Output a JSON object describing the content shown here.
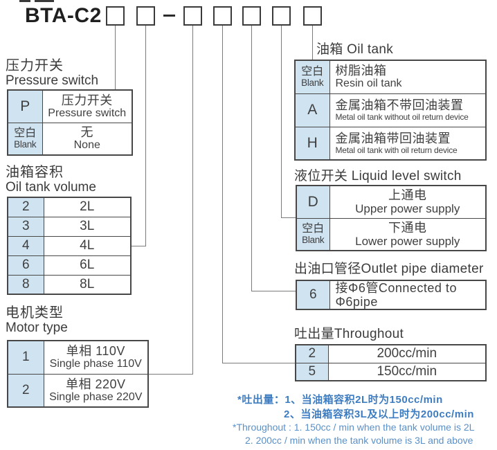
{
  "header": {
    "model_prefix": "BTA-C2"
  },
  "sections": {
    "pressure_switch": {
      "label_zh": "压力开关",
      "label_en": "Pressure switch",
      "rows": [
        {
          "key": "P",
          "key_sub": "",
          "value_zh": "压力开关",
          "value_en": "Pressure switch"
        },
        {
          "key": "空白",
          "key_sub": "Blank",
          "value_zh": "无",
          "value_en": "None"
        }
      ]
    },
    "oil_tank_volume": {
      "label_zh": "油箱容积",
      "label_en": "Oil tank volume",
      "rows": [
        {
          "key": "2",
          "value": "2L"
        },
        {
          "key": "3",
          "value": "3L"
        },
        {
          "key": "4",
          "value": "4L"
        },
        {
          "key": "6",
          "value": "6L"
        },
        {
          "key": "8",
          "value": "8L"
        }
      ]
    },
    "motor_type": {
      "label_zh": "电机类型",
      "label_en": "Motor type",
      "rows": [
        {
          "key": "1",
          "value_zh": "单相 110V",
          "value_en": "Single phase 110V"
        },
        {
          "key": "2",
          "value_zh": "单相 220V",
          "value_en": "Single phase 220V"
        }
      ]
    },
    "oil_tank": {
      "label": "油箱 Oil tank",
      "rows": [
        {
          "key": "空白",
          "key_sub": "Blank",
          "value_zh": "树脂油箱",
          "value_en": "Resin oil tank"
        },
        {
          "key": "A",
          "key_sub": "",
          "value_zh": "金属油箱不带回油装置",
          "value_en": "Metal oil tank without oil return device"
        },
        {
          "key": "H",
          "key_sub": "",
          "value_zh": "金属油箱带回油装置",
          "value_en": "Metal oil tank with oil return device"
        }
      ]
    },
    "liquid_level_switch": {
      "label": "液位开关 Liquid level switch",
      "rows": [
        {
          "key": "D",
          "key_sub": "",
          "value_zh": "上通电",
          "value_en": "Upper power supply"
        },
        {
          "key": "空白",
          "key_sub": "Blank",
          "value_zh": "下通电",
          "value_en": "Lower power supply"
        }
      ]
    },
    "outlet_pipe_diameter": {
      "label": "出油口管径Outlet pipe diameter",
      "rows": [
        {
          "key": "6",
          "value": "接Φ6管Connected to Φ6pipe"
        }
      ]
    },
    "throughput": {
      "label": "吐出量Throughout",
      "rows": [
        {
          "key": "2",
          "value": "200cc/min"
        },
        {
          "key": "5",
          "value": "150cc/min"
        }
      ]
    }
  },
  "notes": {
    "zh_line_1": "*吐出量：1、当油箱容积2L时为150cc/min",
    "zh_line_2": "2、当油箱容积3L及以上时为200cc/min",
    "en_line_1": "*Throughout : 1. 150cc / min when the tank volume is 2L",
    "en_line_2": "2. 200cc / min when the tank volume is 3L and above"
  },
  "colors": {
    "key_cell_background": "#cfe3f1",
    "table_border": "#474747",
    "connector_line": "#7a7a7a",
    "body_text": "#3b3b3b",
    "note_blue": "#3d7cc1"
  }
}
